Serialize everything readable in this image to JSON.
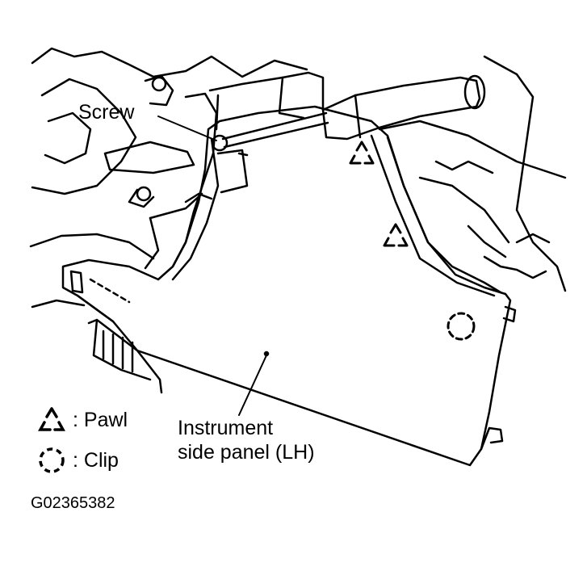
{
  "labels": {
    "screw": "Screw",
    "panel_line1": "Instrument",
    "panel_line2": "side panel (LH)"
  },
  "legend": {
    "pawl_symbol": "triangle-arrows-icon",
    "pawl_text": ": Pawl",
    "clip_symbol": "dashed-circle-icon",
    "clip_text": ": Clip"
  },
  "figure_id": "G02365382",
  "colors": {
    "ink": "#000000",
    "paper": "#ffffff"
  }
}
